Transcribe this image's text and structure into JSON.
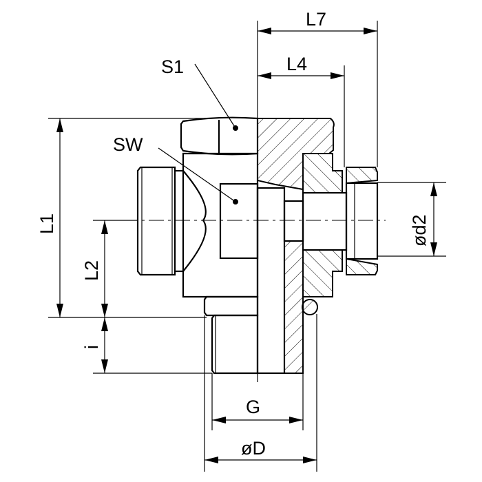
{
  "labels": {
    "s1": "S1",
    "sw": "SW",
    "l7": "L7",
    "l4": "L4",
    "l1": "L1",
    "l2": "L2",
    "i": "i",
    "g": "G",
    "od": "øD",
    "od2": "ød2"
  }
}
